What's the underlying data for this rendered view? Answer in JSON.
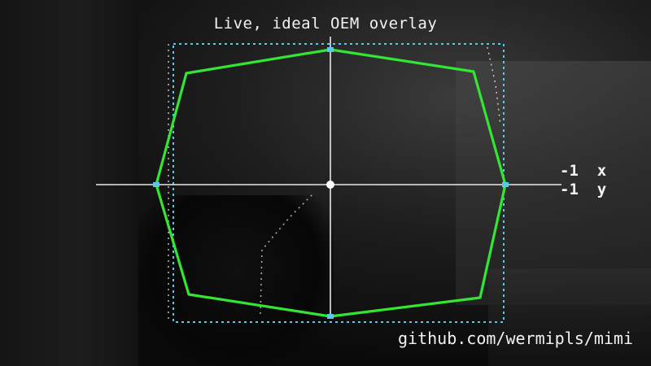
{
  "overlay": {
    "title": "Live, ideal OEM overlay",
    "readout": {
      "x_value": "-1",
      "x_label": "x",
      "y_value": "-1",
      "y_label": "y"
    },
    "footer": "github.com/wermipls/mimi"
  },
  "colors": {
    "oem_octagon": "#33e633",
    "live_trace": "#5cc8e6",
    "crosshair": "#e8e8e8",
    "text": "#f2f2f2"
  },
  "chart_data": {
    "type": "scatter",
    "xlim": [
      -85,
      85
    ],
    "ylim": [
      -85,
      85
    ],
    "ideal_oem_octagon": [
      [
        0,
        85
      ],
      [
        59,
        72
      ],
      [
        72,
        59
      ],
      [
        85,
        0
      ],
      [
        72,
        -59
      ],
      [
        59,
        -72
      ],
      [
        0,
        -85
      ],
      [
        -59,
        -72
      ],
      [
        -72,
        -59
      ],
      [
        -85,
        0
      ],
      [
        -72,
        -59
      ],
      [
        -85,
        0
      ],
      [
        -85,
        0
      ],
      [
        -72,
        59
      ],
      [
        -59,
        72
      ],
      [
        0,
        85
      ]
    ],
    "cursor": [
      0,
      0
    ]
  }
}
